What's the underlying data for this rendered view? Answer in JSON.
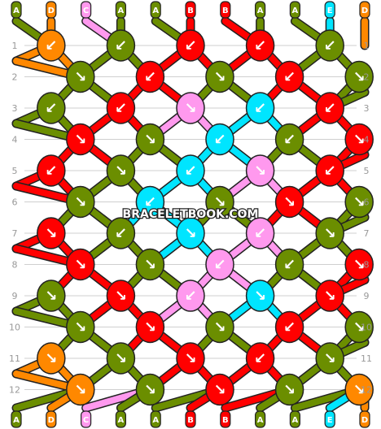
{
  "colors": {
    "A": "#6b8e00",
    "B": "#ff0000",
    "C": "#ff99ee",
    "D": "#ff8800",
    "E": "#00e5ff",
    "stroke": "#222222",
    "grid": "#cfcfcf",
    "arrow": "#ffffff"
  },
  "start_strings": [
    "A",
    "D",
    "C",
    "A",
    "A",
    "B",
    "B",
    "A",
    "A",
    "E",
    "D"
  ],
  "end_strings": [
    "A",
    "D",
    "C",
    "A",
    "A",
    "B",
    "B",
    "A",
    "A",
    "E",
    "D"
  ],
  "row_labels": [
    "1",
    "2",
    "3",
    "4",
    "5",
    "6",
    "7",
    "8",
    "9",
    "10",
    "11",
    "12"
  ],
  "knot_rows": [
    [
      "D",
      "A",
      "B",
      "B",
      "A"
    ],
    [
      "A",
      "B",
      "A",
      "B",
      "A"
    ],
    [
      "A",
      "B",
      "C",
      "E",
      "B"
    ],
    [
      "B",
      "A",
      "E",
      "A",
      "B"
    ],
    [
      "B",
      "A",
      "E",
      "C",
      "B"
    ],
    [
      "A",
      "E",
      "A",
      "B",
      "A"
    ],
    [
      "B",
      "A",
      "E",
      "C",
      "A"
    ],
    [
      "B",
      "A",
      "C",
      "A",
      "B"
    ],
    [
      "A",
      "B",
      "C",
      "E",
      "B"
    ],
    [
      "A",
      "B",
      "A",
      "B",
      "A"
    ],
    [
      "D",
      "A",
      "B",
      "B",
      "A"
    ],
    [
      "D",
      "A",
      "B",
      "A",
      "D"
    ]
  ],
  "knot_types": [
    [
      "↙",
      "↙",
      "↙",
      "↙",
      "↙"
    ],
    [
      "↘",
      "↙",
      "↘",
      "↙",
      "↘"
    ],
    [
      "↙",
      "↙",
      "↘",
      "↙",
      "↙"
    ],
    [
      "↘",
      "↘",
      "↙",
      "↙",
      "↘"
    ],
    [
      "↙",
      "↘",
      "↙",
      "↘",
      "↙"
    ],
    [
      "↘",
      "↙",
      "↘",
      "↘",
      "↘"
    ],
    [
      "↘",
      "↙",
      "↘",
      "↙",
      "↘"
    ],
    [
      "↘",
      "↘",
      "↙",
      "↙",
      "↘"
    ],
    [
      "↘",
      "↘",
      "↙",
      "↘",
      "↘"
    ],
    [
      "↘",
      "↘",
      "↘",
      "↙",
      "↘"
    ],
    [
      "↘",
      "↘",
      "↘",
      "↙",
      "↘"
    ],
    [
      "↘",
      "↘",
      "↘",
      "↘",
      "↘"
    ]
  ],
  "watermark": "BRACELETBOOK.COM"
}
